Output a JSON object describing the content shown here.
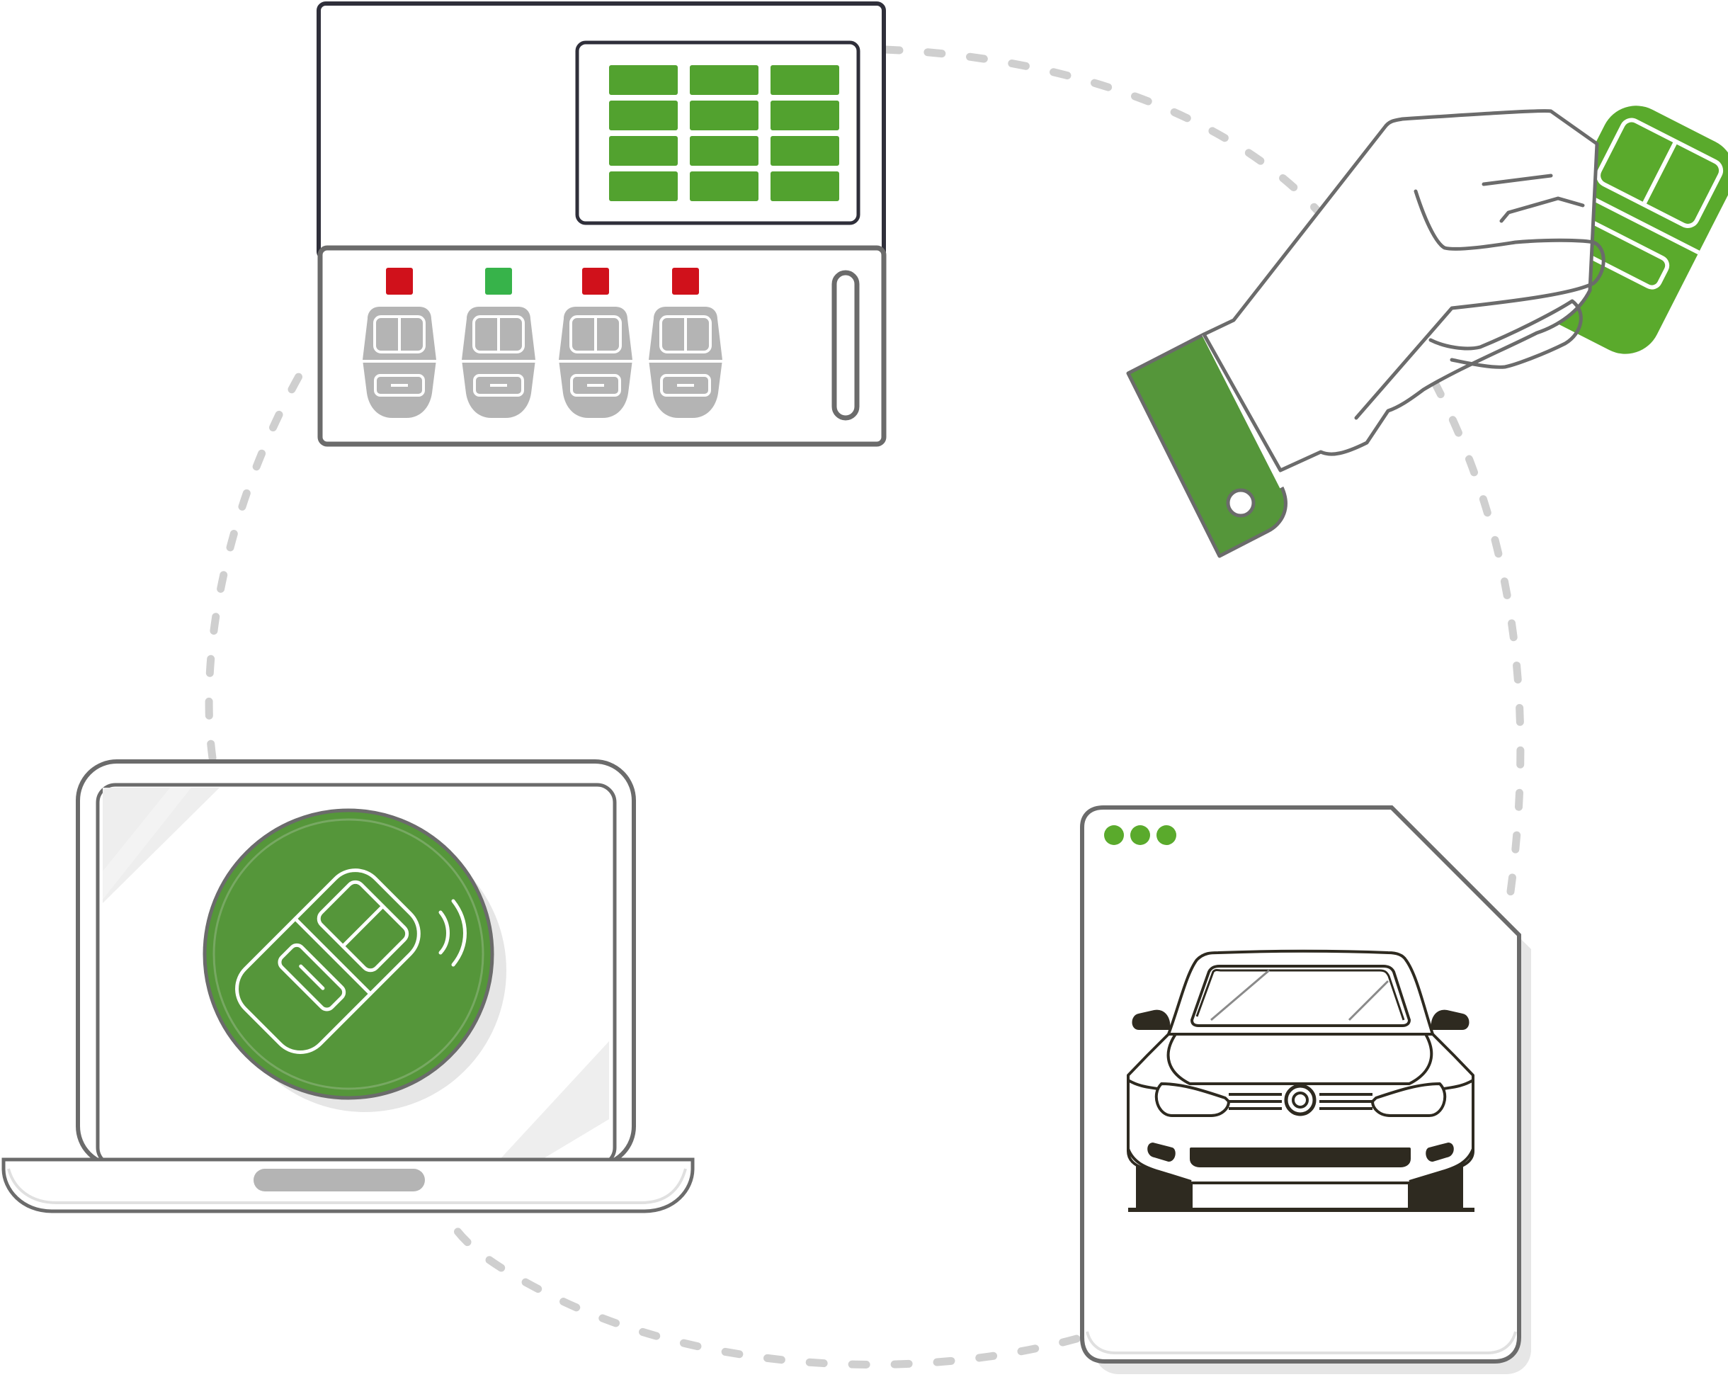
{
  "colors": {
    "accent_green": "#55963a",
    "bright_green": "#5aaa2c",
    "screen_green": "#52a22f",
    "led_green": "#37b34a",
    "led_red": "#d0111b",
    "fob_gray": "#b4b4b4",
    "outline_dark": "#2f2f3a",
    "outline_gray": "#6b6b6b",
    "dash_gray": "#cfcfcf",
    "shadow_gray": "#e6e6e6",
    "car_dark": "#2e2a20"
  },
  "icons": {
    "cabinet": "key-cabinet-icon",
    "hand": "hand-holding-key-icon",
    "laptop": "laptop-icon",
    "remote": "car-remote-signal-icon",
    "document": "document-icon",
    "car": "car-front-icon"
  },
  "cabinet": {
    "led_states": [
      "red",
      "green",
      "red",
      "red"
    ],
    "screen_grid": {
      "rows": 4,
      "cols": 3
    }
  },
  "document": {
    "dots": 3
  }
}
